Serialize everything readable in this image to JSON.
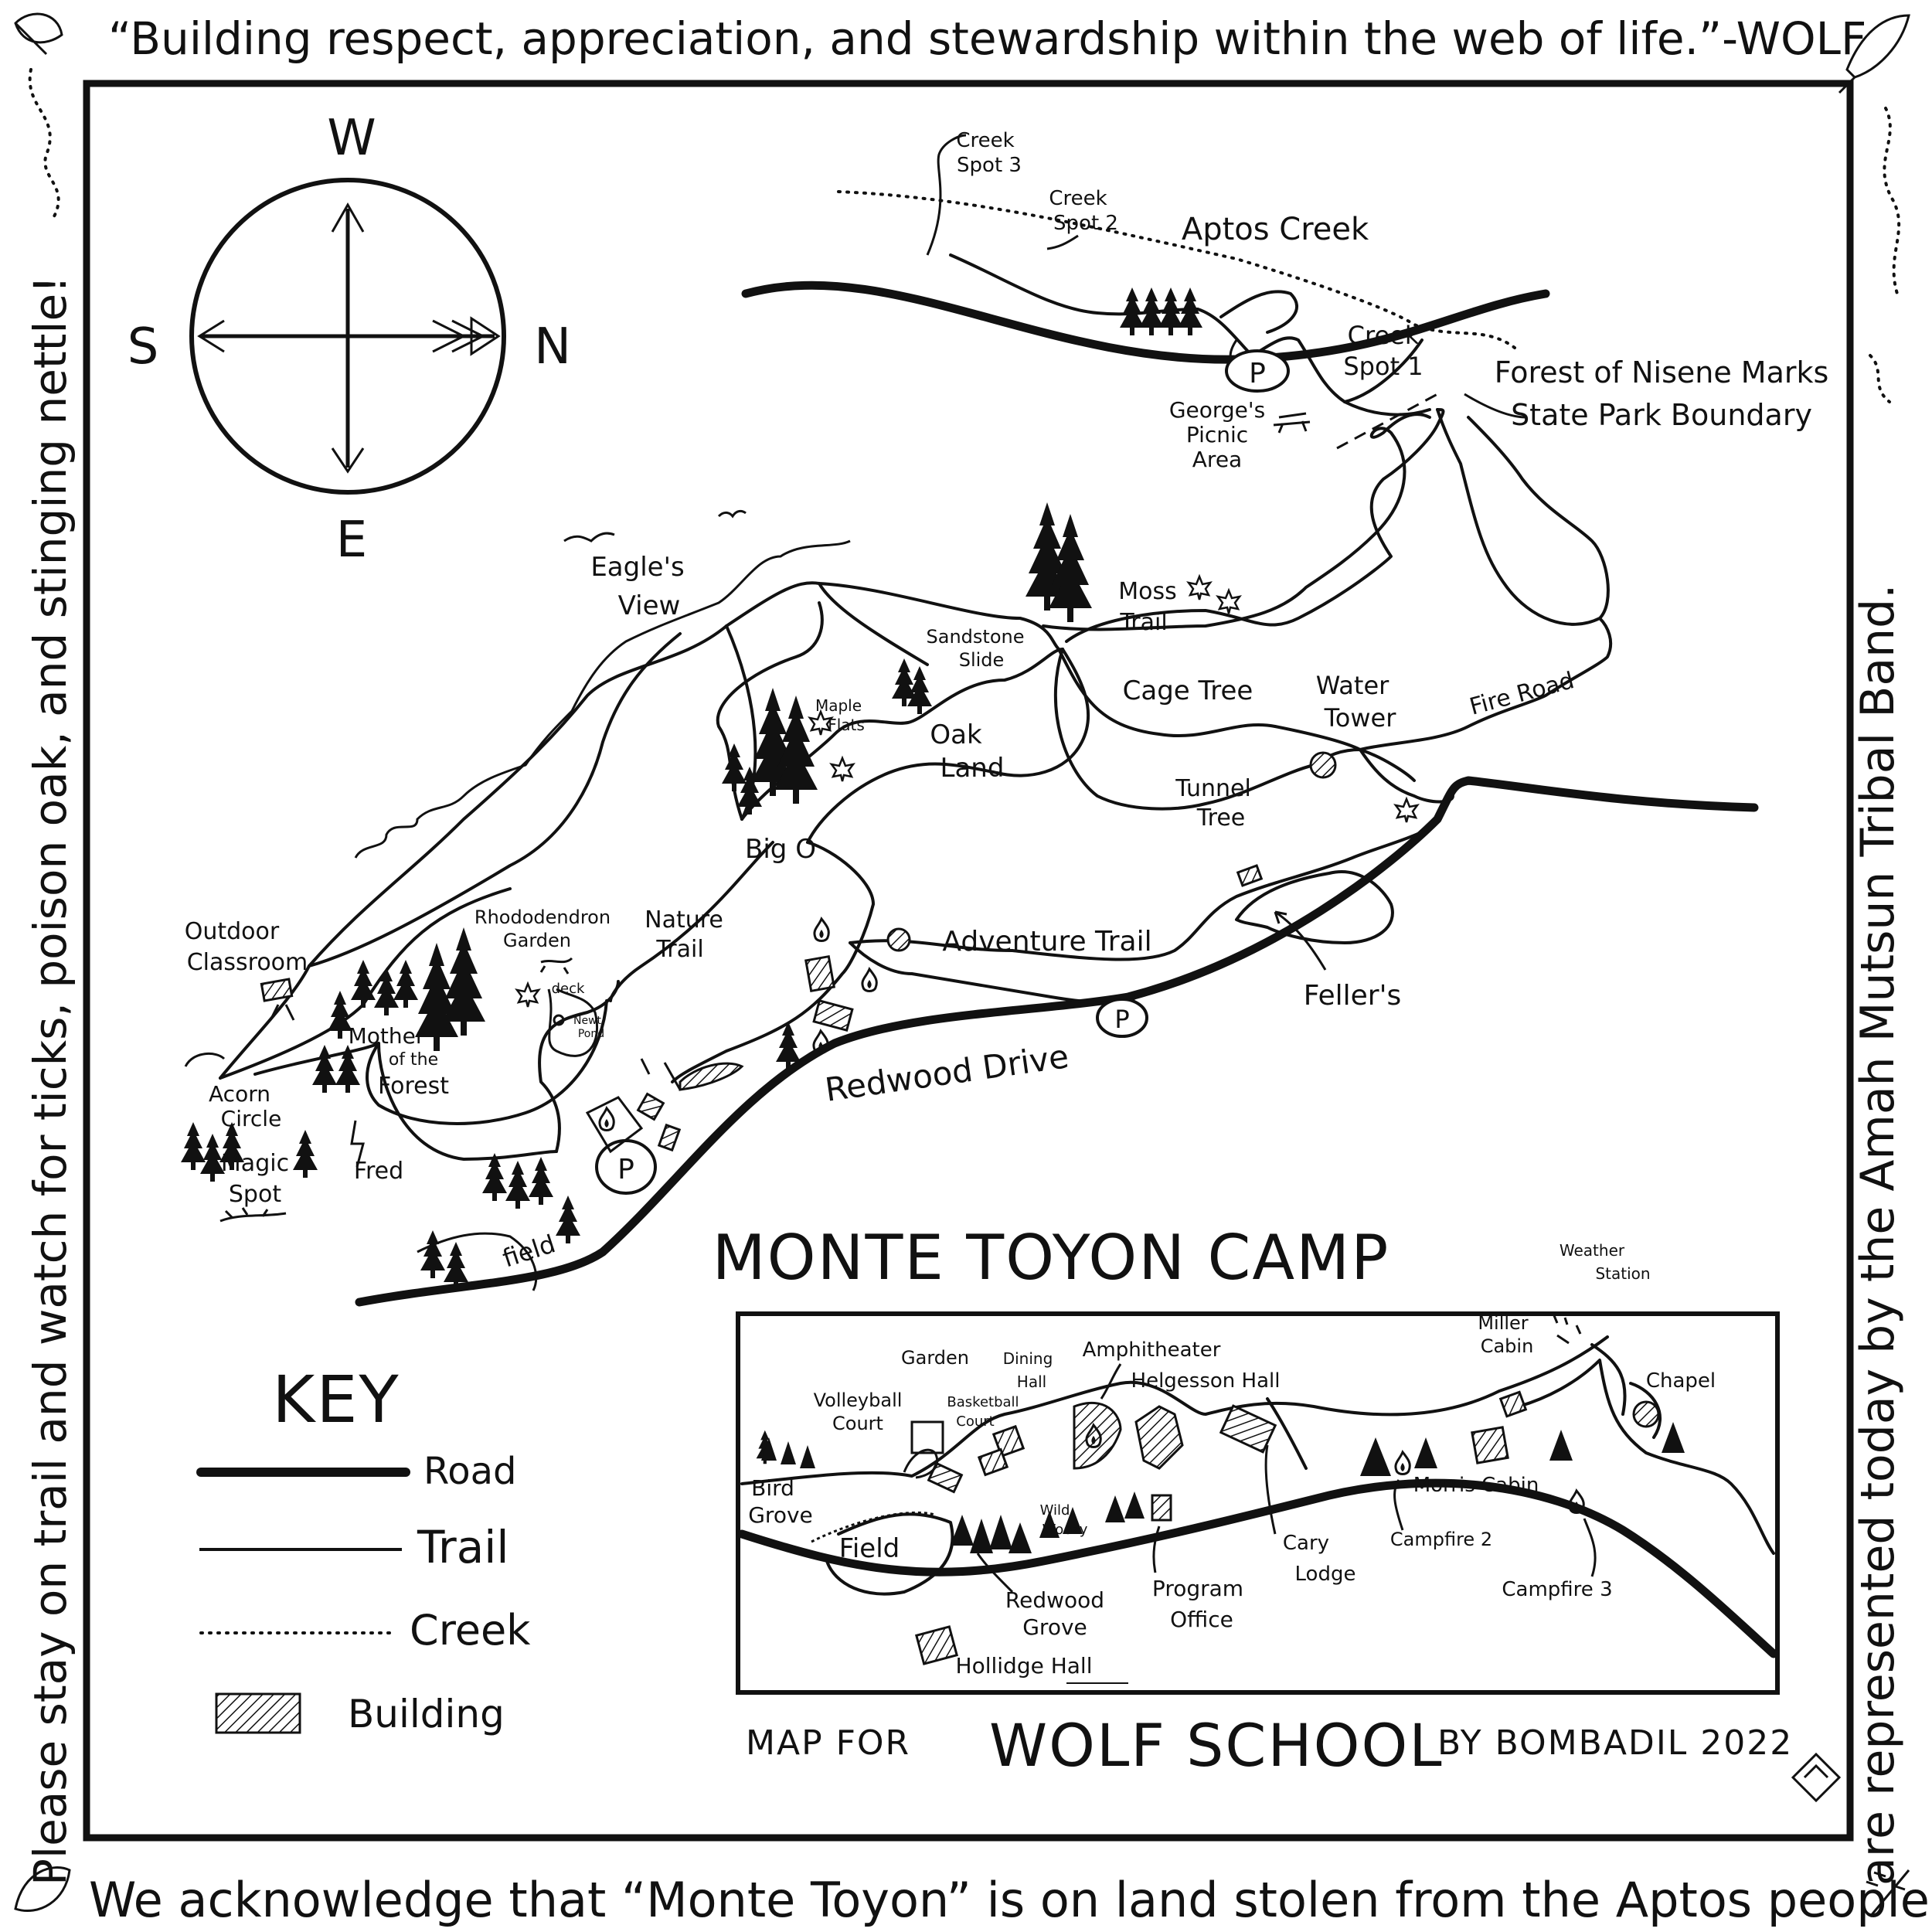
{
  "border": {
    "top_quote": "“Building respect, appreciation, and stewardship within the web of life.”-WOLF",
    "left_note": "Please stay on trail and watch for ticks, poison oak, and stinging nettle!",
    "right_note": "are represented today by the Amah Mutsun Tribal Band.",
    "bottom_note": "We acknowledge that “Monte Toyon” is on land stolen from the Aptos people, who"
  },
  "compass": {
    "w": "W",
    "s": "S",
    "n": "N",
    "e": "E"
  },
  "labels": {
    "creek_spot_3": [
      "Creek",
      "Spot 3"
    ],
    "creek_spot_2": [
      "Creek",
      "Spot 2"
    ],
    "creek_spot_1": [
      "Creek",
      "Spot 1"
    ],
    "aptos_creek": "Aptos Creek",
    "parking": "P",
    "georges": [
      "George's",
      "Picnic",
      "Area"
    ],
    "boundary": [
      "Forest of Nisene Marks",
      "State Park Boundary"
    ],
    "eagles_view": [
      "Eagle's",
      "View"
    ],
    "moss_trail": [
      "Moss",
      "Trail"
    ],
    "sandstone_slide": [
      "Sandstone",
      "Slide"
    ],
    "maple_flats": [
      "Maple",
      "Flats"
    ],
    "oak_land": [
      "Oak",
      "Land"
    ],
    "cage_tree": "Cage Tree",
    "water_tower": [
      "Water",
      "Tower"
    ],
    "fire_road": "Fire Road",
    "tunnel_tree": [
      "Tunnel",
      "Tree"
    ],
    "big_o": "Big O",
    "nature_trail": [
      "Nature",
      "Trail"
    ],
    "rhododendron": [
      "Rhododendron",
      "Garden"
    ],
    "deck": "deck",
    "newt_pond": [
      "Newt",
      "Pond"
    ],
    "outdoor_classroom": [
      "Outdoor",
      "Classroom"
    ],
    "mother_forest": [
      "Mother",
      "of the",
      "Forest"
    ],
    "acorn_circle": [
      "Acorn",
      "Circle"
    ],
    "magic_spot": [
      "Magic",
      "Spot"
    ],
    "fred": "Fred",
    "adventure_trail": "Adventure Trail",
    "fellers": "Feller's",
    "redwood_drive": "Redwood Drive",
    "field": "field"
  },
  "inset": {
    "title": "MONTE TOYON CAMP",
    "weather_station": [
      "Weather",
      "Station"
    ],
    "miller_cabin": [
      "Miller",
      "Cabin"
    ],
    "chapel": "Chapel",
    "amphitheater": "Amphitheater",
    "helgesson_hall": "Helgesson Hall",
    "garden": "Garden",
    "dining_hall": [
      "Dining",
      "Hall"
    ],
    "volleyball_court": [
      "Volleyball",
      "Court"
    ],
    "basketball_court": [
      "Basketball",
      "Court"
    ],
    "bird_grove": [
      "Bird",
      "Grove"
    ],
    "field": "Field",
    "wild_woozy": [
      "Wild",
      "Woozy"
    ],
    "morris_cabin": "Morris Cabin",
    "campfire_2": "Campfire 2",
    "campfire_3": "Campfire 3",
    "cary_lodge": [
      "Cary",
      "Lodge"
    ],
    "program_office": [
      "Program",
      "Office"
    ],
    "redwood_grove": [
      "Redwood",
      "Grove"
    ],
    "hollidge_hall": "Hollidge Hall"
  },
  "key": {
    "title": "KEY",
    "road": "Road",
    "trail": "Trail",
    "creek": "Creek",
    "building": "Building"
  },
  "credit": {
    "prefix": "MAP FOR",
    "school": "WOLF SCHOOL",
    "suffix": "BY BOMBADIL 2022"
  }
}
